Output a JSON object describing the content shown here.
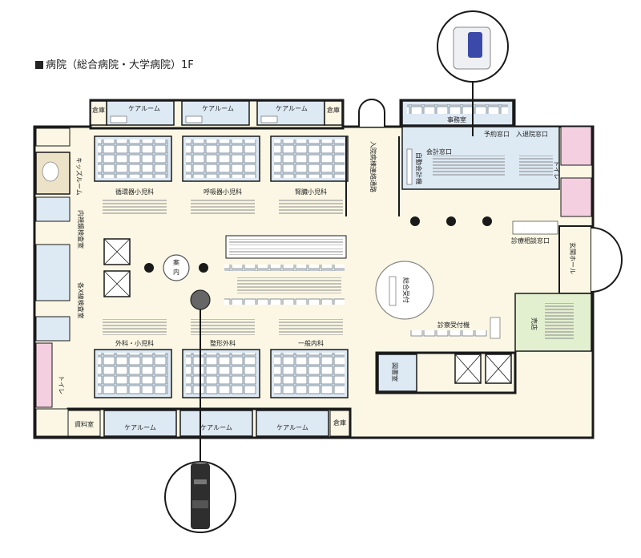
{
  "title": "病院（総合病院・大学病院）1F",
  "rooms": {
    "storage_top": "倉庫",
    "care_room_label": "ケアルーム",
    "office": "事務室",
    "inpatient_corridor": "入院病棟連絡通路",
    "cashier": "会計窓口",
    "appointment": "予約窓口",
    "admission": "入退院窓口",
    "auto_payment": "自動会計機",
    "toilet": "トイレ",
    "kids_room": "キッズルーム",
    "circ_ped": "循環器小児科",
    "resp_ped": "呼吸器小児科",
    "kidney_ped": "腎臓小児科",
    "endoscopy": "内視鏡検査室",
    "xray": "各X線検査室",
    "info": "案内",
    "consult_window": "診療相談窓口",
    "entrance_hall": "玄関ホール",
    "general_reception": "総合受付",
    "clinic_reception": "診察受付機",
    "shop": "売店",
    "surgery_ped": "外科・小児科",
    "orthopedics": "整形外科",
    "internal": "一般内科",
    "library": "図書室",
    "records": "資料室",
    "storage_bottom": "倉庫"
  },
  "colors": {
    "floor": "#fbf7e4",
    "room_blue": "#dde9f3",
    "toilet_pink": "#f4cfe0",
    "shop_green": "#e3f0cf",
    "kids_tan": "#ece2c8",
    "wall": "#1a1a1a"
  },
  "icons": [
    "sensor-device-icon",
    "ceiling-camera-icon"
  ]
}
